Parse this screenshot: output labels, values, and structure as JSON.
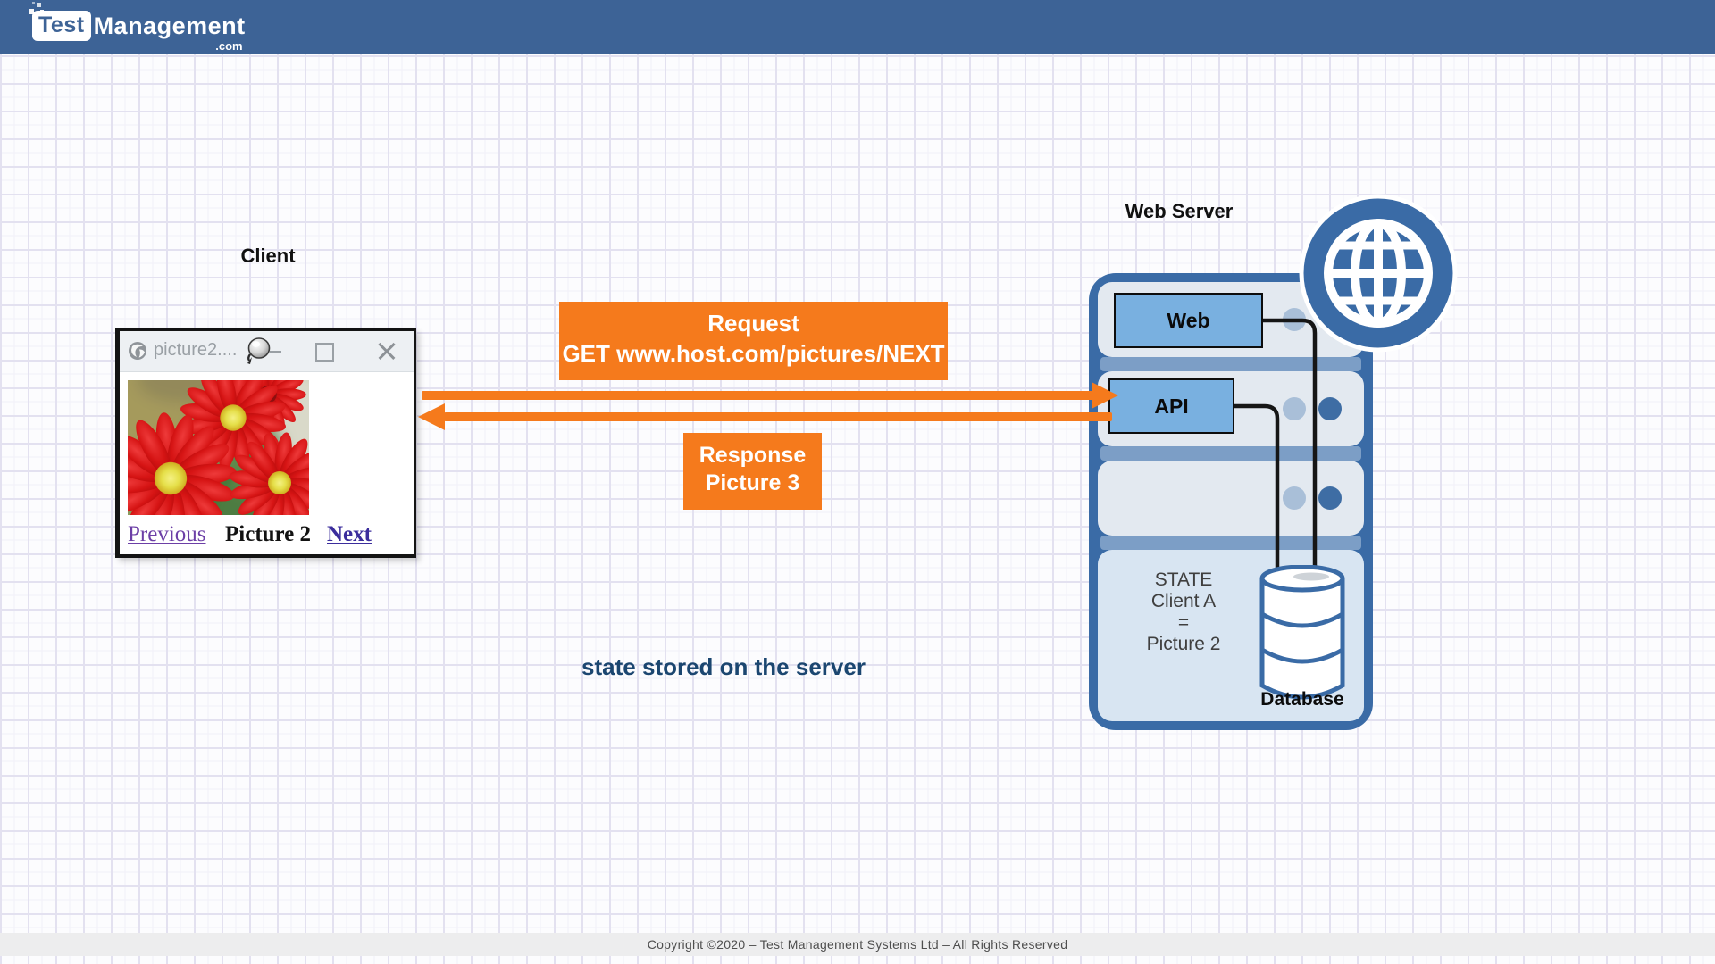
{
  "header": {
    "logo": {
      "test": "Test",
      "management": "Management",
      "com": ".com"
    }
  },
  "diagram": {
    "client_label": "Client",
    "web_server_label": "Web Server",
    "caption": "state stored on the server",
    "request": {
      "line1": "Request",
      "line2": "GET www.host.com/pictures/NEXT"
    },
    "response": {
      "line1": "Response",
      "line2": "Picture 3"
    },
    "browser": {
      "title": "picture2....",
      "previous": "Previous",
      "current": "Picture 2",
      "next": "Next"
    },
    "server": {
      "web": "Web",
      "api": "API",
      "state_lines": [
        "STATE",
        "Client A",
        "=",
        "Picture 2"
      ],
      "database_label": "Database"
    }
  },
  "footer": {
    "copyright": "Copyright ©2020 – Test Management Systems Ltd – All Rights Reserved"
  },
  "colors": {
    "accent_orange": "#F57A1C",
    "server_blue": "#3A6BA6",
    "panel_blue": "#79B0E0",
    "header_blue": "#3D6396",
    "caption_navy": "#1B4670"
  }
}
